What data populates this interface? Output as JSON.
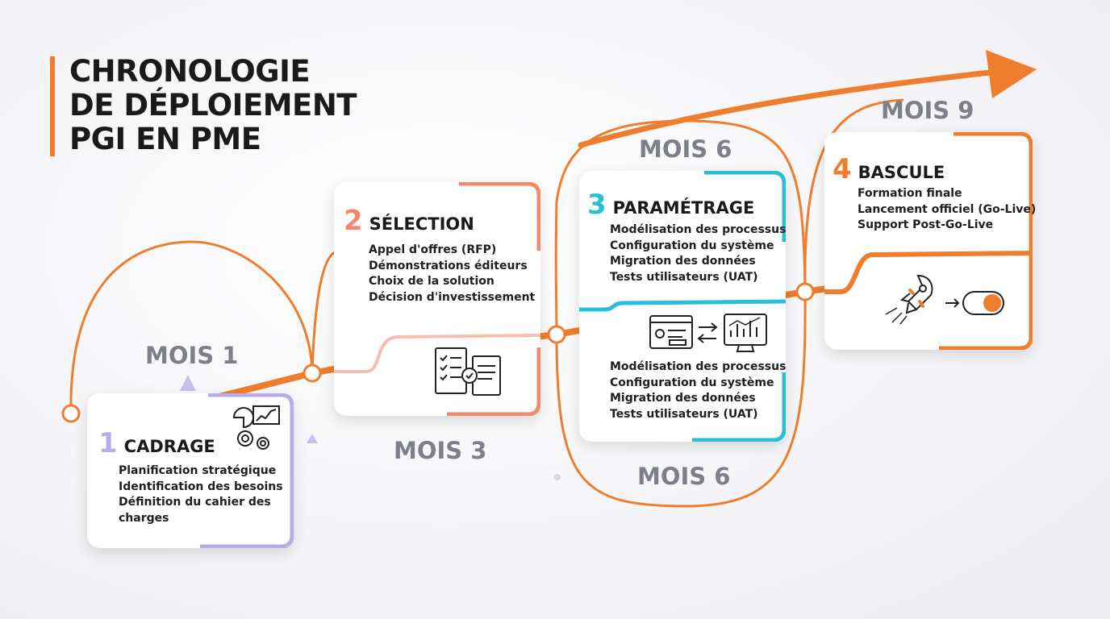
{
  "title": {
    "lines": [
      "CHRONOLOGIE",
      "DE DÉPLOIEMENT",
      "PGI EN PME"
    ]
  },
  "colors": {
    "accent_orange": "#ef7d2e",
    "purple": "#b9acec",
    "salmon": "#f08a6f",
    "cyan": "#2bbfd6",
    "month_gray": "#7d7f8a"
  },
  "months": {
    "m1": "MOIS 1",
    "m3": "MOIS 3",
    "m6_top": "MOIS 6",
    "m6_bottom": "MOIS 6",
    "m9": "MOIS 9"
  },
  "steps": [
    {
      "number": "1",
      "title": "CADRAGE",
      "items": [
        "Planification stratégique",
        "Identification des besoins",
        "Définition du cahier des",
        "charges"
      ],
      "icon": "gears-chart-icon"
    },
    {
      "number": "2",
      "title": "SÉLECTION",
      "items": [
        "Appel d'offres (RFP)",
        "Démonstrations éditeurs",
        "Choix de la solution",
        "Décision d'investissement"
      ],
      "icon": "documents-check-icon"
    },
    {
      "number": "3",
      "title": "PARAMÉTRAGE",
      "items": [
        "Modélisation des processus",
        "Configuration du système",
        "Migration des données",
        "Tests utilisateurs (UAT)"
      ],
      "items_repeat": [
        "Modélisation des processus",
        "Configuration du système",
        "Migration des données",
        "Tests utilisateurs (UAT)"
      ],
      "icon": "system-migration-icon"
    },
    {
      "number": "4",
      "title": "BASCULE",
      "items": [
        "Formation finale",
        "Lancement officiel (Go-Live)",
        "Support Post-Go-Live"
      ],
      "icon": "rocket-toggle-icon"
    }
  ]
}
